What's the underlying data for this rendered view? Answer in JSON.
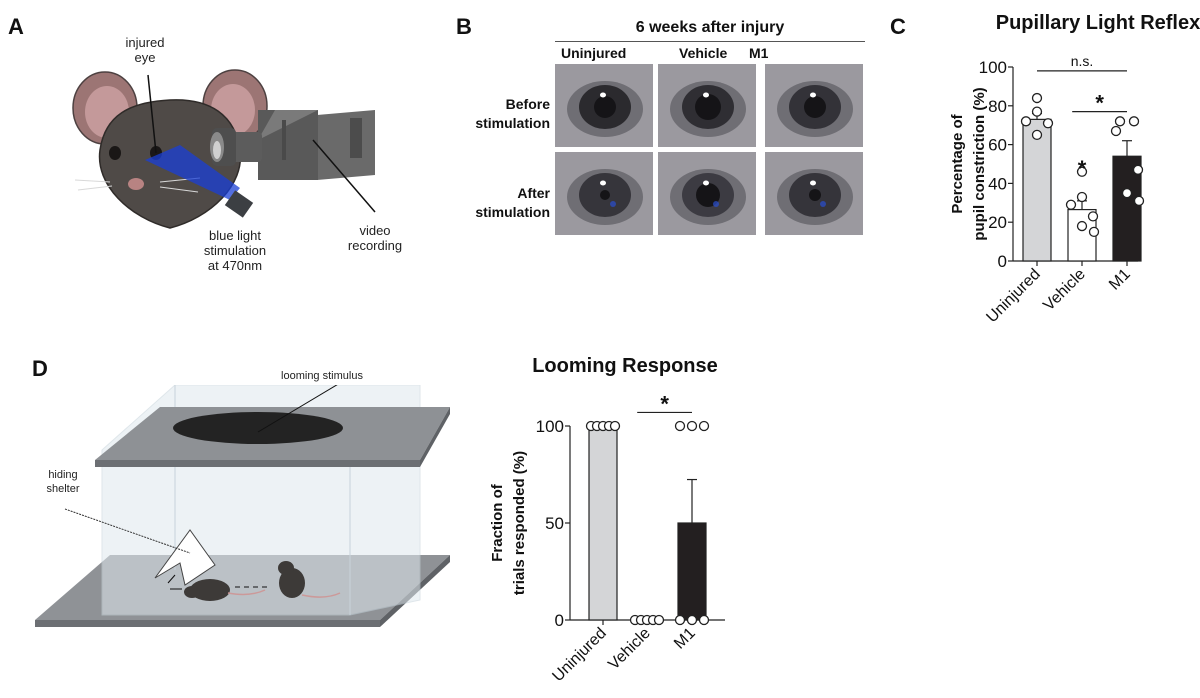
{
  "panels": {
    "A": {
      "letter": "A",
      "labels": {
        "injured_eye": [
          "injured",
          "eye"
        ],
        "blue_light": [
          "blue light",
          "stimulation",
          "at 470nm"
        ],
        "video": [
          "video",
          "recording"
        ]
      }
    },
    "B": {
      "letter": "B",
      "header": "6 weeks after injury",
      "columns": [
        "Uninjured",
        "Vehicle",
        "M1"
      ],
      "rows": [
        {
          "label": [
            "Before",
            "stimulation"
          ]
        },
        {
          "label": [
            "After",
            "stimulation"
          ]
        }
      ]
    },
    "C": {
      "letter": "C"
    },
    "D": {
      "letter": "D",
      "labels": {
        "looming": "looming stimulus",
        "shelter": [
          "hiding",
          "shelter"
        ]
      }
    }
  },
  "chart_data": [
    {
      "id": "pupillary-light-reflex",
      "type": "bar",
      "title": "Pupillary Light Reflex",
      "xlabel": "",
      "ylabel": [
        "Percentage of",
        "pupil constriction (%)"
      ],
      "ylim": [
        0,
        100
      ],
      "yticks": [
        0,
        20,
        40,
        60,
        80,
        100
      ],
      "categories": [
        "Uninjured",
        "Vehicle",
        "M1"
      ],
      "values": [
        73,
        26.5,
        54
      ],
      "sem": [
        3,
        4.5,
        8
      ],
      "bar_colors": [
        "#d4d5d7",
        "#ffffff",
        "#231f20"
      ],
      "points": [
        [
          84,
          77,
          72,
          71,
          65
        ],
        [
          46,
          33,
          29,
          23,
          18,
          15
        ],
        [
          72,
          72,
          67,
          47,
          35,
          31
        ]
      ],
      "annotations": [
        {
          "text": "n.s.",
          "from": 0,
          "to": 2,
          "level": 98
        },
        {
          "text": "*",
          "from": 1,
          "to": 2,
          "level": 77
        },
        {
          "text": "*",
          "over": 1,
          "level": 50
        }
      ]
    },
    {
      "id": "looming-response",
      "type": "bar",
      "title": "Looming Response",
      "xlabel": "",
      "ylabel": [
        "Fraction of",
        "trials responded (%)"
      ],
      "ylim": [
        0,
        100
      ],
      "yticks": [
        0,
        50,
        100
      ],
      "categories": [
        "Uninjured",
        "Vehicle",
        "M1"
      ],
      "values": [
        100,
        0,
        50
      ],
      "sem": [
        0,
        0,
        22.4
      ],
      "bar_colors": [
        "#d4d5d7",
        "#ffffff",
        "#231f20"
      ],
      "points": [
        [
          100,
          100,
          100,
          100,
          100
        ],
        [
          0,
          0,
          0,
          0,
          0
        ],
        [
          100,
          100,
          100,
          0,
          0,
          0
        ]
      ],
      "annotations": [
        {
          "text": "*",
          "from": 1,
          "to": 2,
          "level": 107
        }
      ]
    }
  ]
}
